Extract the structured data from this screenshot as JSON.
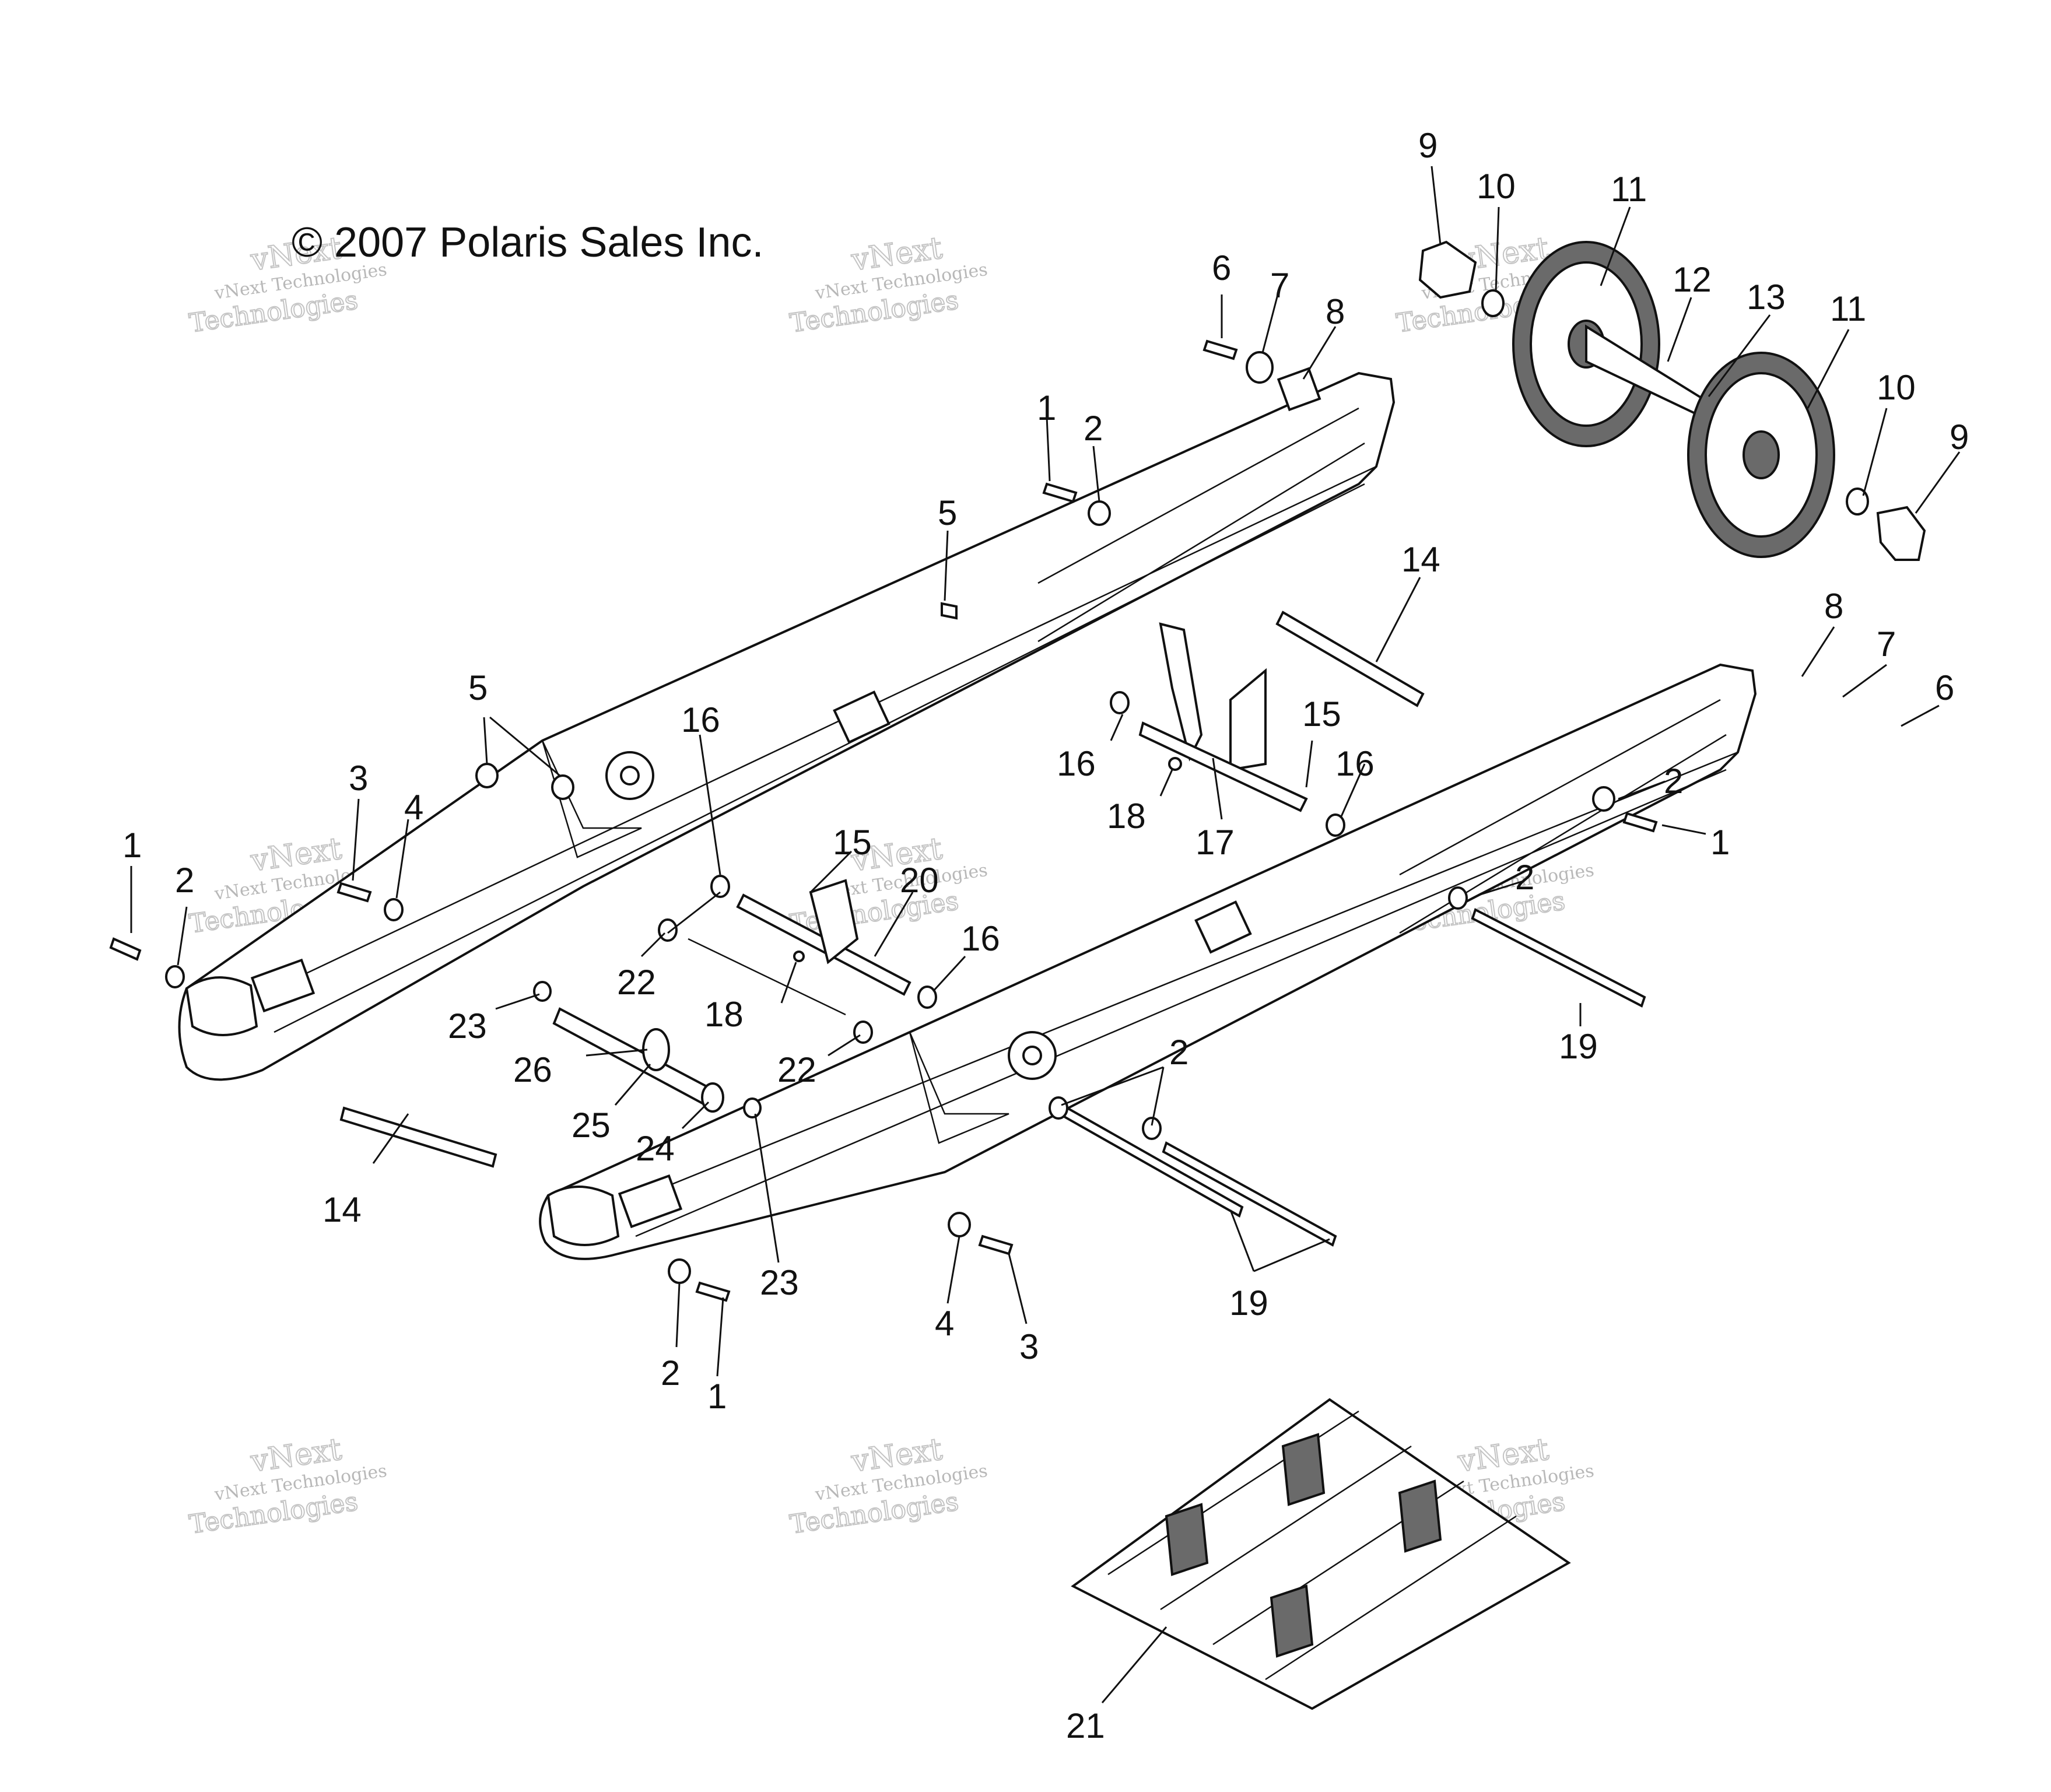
{
  "copyright": "© 2007 Polaris Sales Inc.",
  "watermark": {
    "line1": "vNext Technologies",
    "line2": "vNext",
    "line3": "Technologies"
  },
  "callouts": [
    {
      "id": "c9a",
      "text": "9"
    },
    {
      "id": "c10a",
      "text": "10"
    },
    {
      "id": "c11a",
      "text": "11"
    },
    {
      "id": "c12",
      "text": "12"
    },
    {
      "id": "c13",
      "text": "13"
    },
    {
      "id": "c11b",
      "text": "11"
    },
    {
      "id": "c10b",
      "text": "10"
    },
    {
      "id": "c9b",
      "text": "9"
    },
    {
      "id": "c6a",
      "text": "6"
    },
    {
      "id": "c7a",
      "text": "7"
    },
    {
      "id": "c8a",
      "text": "8"
    },
    {
      "id": "c1a",
      "text": "1"
    },
    {
      "id": "c2a",
      "text": "2"
    },
    {
      "id": "c5a",
      "text": "5"
    },
    {
      "id": "c14a",
      "text": "14"
    },
    {
      "id": "c8b",
      "text": "8"
    },
    {
      "id": "c7b",
      "text": "7"
    },
    {
      "id": "c6b",
      "text": "6"
    },
    {
      "id": "c5b",
      "text": "5"
    },
    {
      "id": "c16a",
      "text": "16"
    },
    {
      "id": "c15a",
      "text": "15"
    },
    {
      "id": "c16b",
      "text": "16"
    },
    {
      "id": "c16c",
      "text": "16"
    },
    {
      "id": "c18a",
      "text": "18"
    },
    {
      "id": "c17",
      "text": "17"
    },
    {
      "id": "c2b",
      "text": "2"
    },
    {
      "id": "c1b",
      "text": "1"
    },
    {
      "id": "c3a",
      "text": "3"
    },
    {
      "id": "c4a",
      "text": "4"
    },
    {
      "id": "c1c",
      "text": "1"
    },
    {
      "id": "c2c",
      "text": "2"
    },
    {
      "id": "c15b",
      "text": "15"
    },
    {
      "id": "c20",
      "text": "20"
    },
    {
      "id": "c2d",
      "text": "2"
    },
    {
      "id": "c16d",
      "text": "16"
    },
    {
      "id": "c22a",
      "text": "22"
    },
    {
      "id": "c18b",
      "text": "18"
    },
    {
      "id": "c23a",
      "text": "23"
    },
    {
      "id": "c19a",
      "text": "19"
    },
    {
      "id": "c26",
      "text": "26"
    },
    {
      "id": "c22b",
      "text": "22"
    },
    {
      "id": "c2e",
      "text": "2"
    },
    {
      "id": "c25",
      "text": "25"
    },
    {
      "id": "c24",
      "text": "24"
    },
    {
      "id": "c14b",
      "text": "14"
    },
    {
      "id": "c23b",
      "text": "23"
    },
    {
      "id": "c4b",
      "text": "4"
    },
    {
      "id": "c3b",
      "text": "3"
    },
    {
      "id": "c19b",
      "text": "19"
    },
    {
      "id": "c2f",
      "text": "2"
    },
    {
      "id": "c1d",
      "text": "1"
    },
    {
      "id": "c21",
      "text": "21"
    }
  ]
}
